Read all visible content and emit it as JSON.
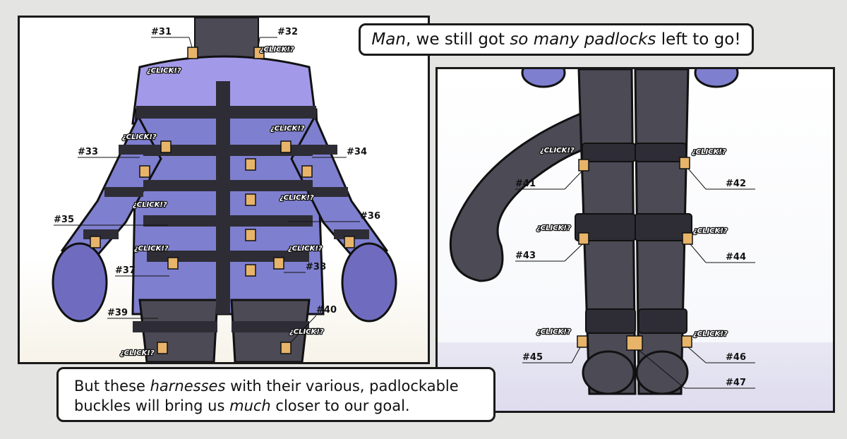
{
  "captions": {
    "top": {
      "emph1": "Man",
      "text1": ", we still got ",
      "emph2": "so many padlocks",
      "text2": " left to go!"
    },
    "bottom": {
      "text1": "But these ",
      "emph1": "harnesses",
      "text2": " with their various, padlockable",
      "text3": "buckles will bring us ",
      "emph2": "much",
      "text4": " closer to our goal."
    }
  },
  "labels_left": [
    "#31",
    "#32",
    "#33",
    "#34",
    "#35",
    "#36",
    "#37",
    "#38",
    "#39",
    "#40"
  ],
  "labels_right": [
    "#41",
    "#42",
    "#43",
    "#44",
    "#45",
    "#46",
    "#47"
  ],
  "sfx_text": "¿CLICK!?",
  "colors": {
    "suit": "#7f7fd0",
    "suit_light": "#a29ae8",
    "latex": "#4b4a55",
    "strap": "#2e2d36",
    "padlock": "#e8b46a"
  }
}
